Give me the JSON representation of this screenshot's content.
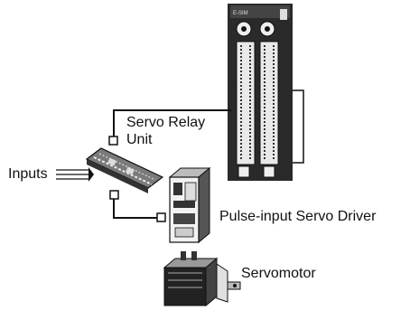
{
  "labels": {
    "relay_line1": "Servo Relay",
    "relay_line2": "Unit",
    "inputs": "Inputs",
    "driver": "Pulse-input Servo Driver",
    "motor": "Servomotor"
  },
  "colors": {
    "ink": "#111111",
    "body": "#2a2a2a",
    "panel": "#e9e9e9",
    "pcb": "#7a7a7a"
  }
}
